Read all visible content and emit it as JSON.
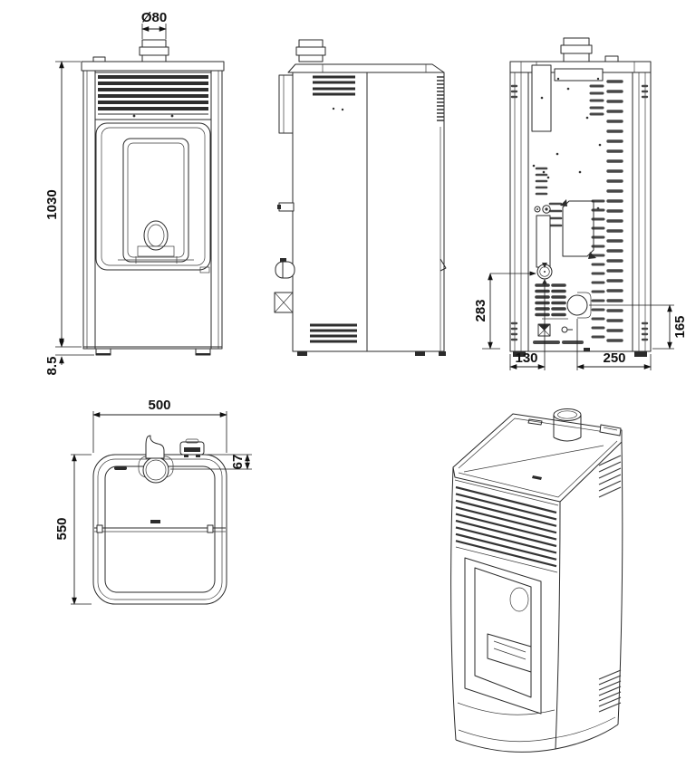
{
  "dimensions": {
    "flue_diameter": "Ø80",
    "overall_height": "1030",
    "foot_height": "8.5",
    "rear_intake_height": "283",
    "rear_outlet_height": "165",
    "rear_intake_offset": "130",
    "rear_outlet_offset": "250",
    "top_width": "500",
    "top_depth": "550",
    "flue_offset_from_back": "67"
  },
  "colors": {
    "line": "#2a2a2a",
    "dimension_line": "#1d1d1d",
    "slat_fill": "#2e2e2e",
    "background": "#ffffff"
  }
}
